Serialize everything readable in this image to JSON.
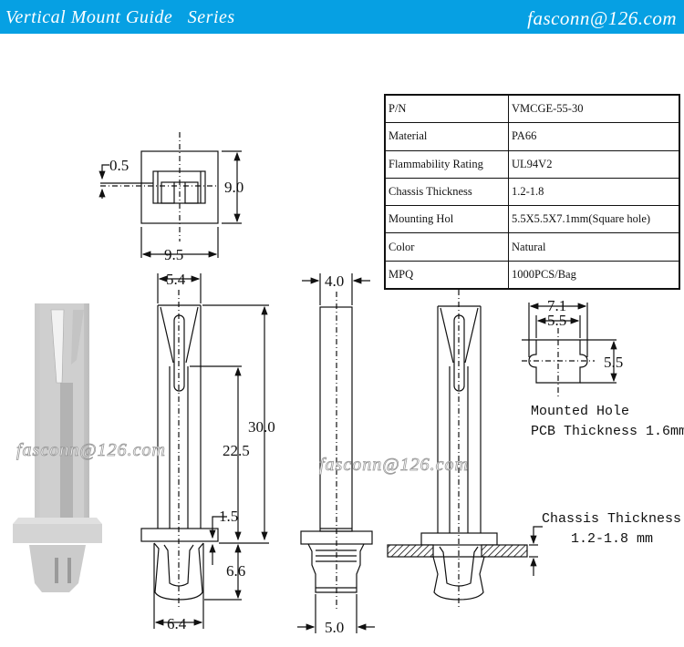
{
  "banner": {
    "title": "Vertical Mount Guide   Series",
    "email": "fasconn@126.com",
    "color": "#06a0e3"
  },
  "spec_table": {
    "rows": [
      {
        "label": "P/N",
        "value": "VMCGE-55-30"
      },
      {
        "label": "Material",
        "value": "PA66"
      },
      {
        "label": "Flammability Rating",
        "value": "UL94V2"
      },
      {
        "label": "Chassis Thickness",
        "value": "1.2-1.8"
      },
      {
        "label": "Mounting Hol",
        "value": "5.5X5.5X7.1mm(Square hole)"
      },
      {
        "label": "Color",
        "value": "Natural"
      },
      {
        "label": "MPQ",
        "value": "1000PCS/Bag"
      }
    ]
  },
  "top_view": {
    "dim_offset": "0.5",
    "dim_height": "9.0",
    "dim_width": "9.5"
  },
  "front_view": {
    "dim_top_width": "5.4",
    "dim_total_height": "30.0",
    "dim_slot_height": "22.5",
    "dim_flange": "1.5",
    "dim_clip_height": "6.6",
    "dim_clip_width": "6.4"
  },
  "side_view": {
    "dim_top_width": "4.0",
    "dim_bottom_width": "5.0"
  },
  "mount_hole": {
    "dim_outer": "7.1",
    "dim_inner": "5.5",
    "dim_height": "5.5",
    "caption_line1": "Mounted Hole",
    "caption_line2": "PCB Thickness 1.6mm"
  },
  "chassis": {
    "caption_line1": "Chassis Thickness",
    "caption_line2": "1.2-1.8 mm"
  },
  "watermarks": [
    "fasconn@126.com",
    "fasconn@126.com"
  ]
}
